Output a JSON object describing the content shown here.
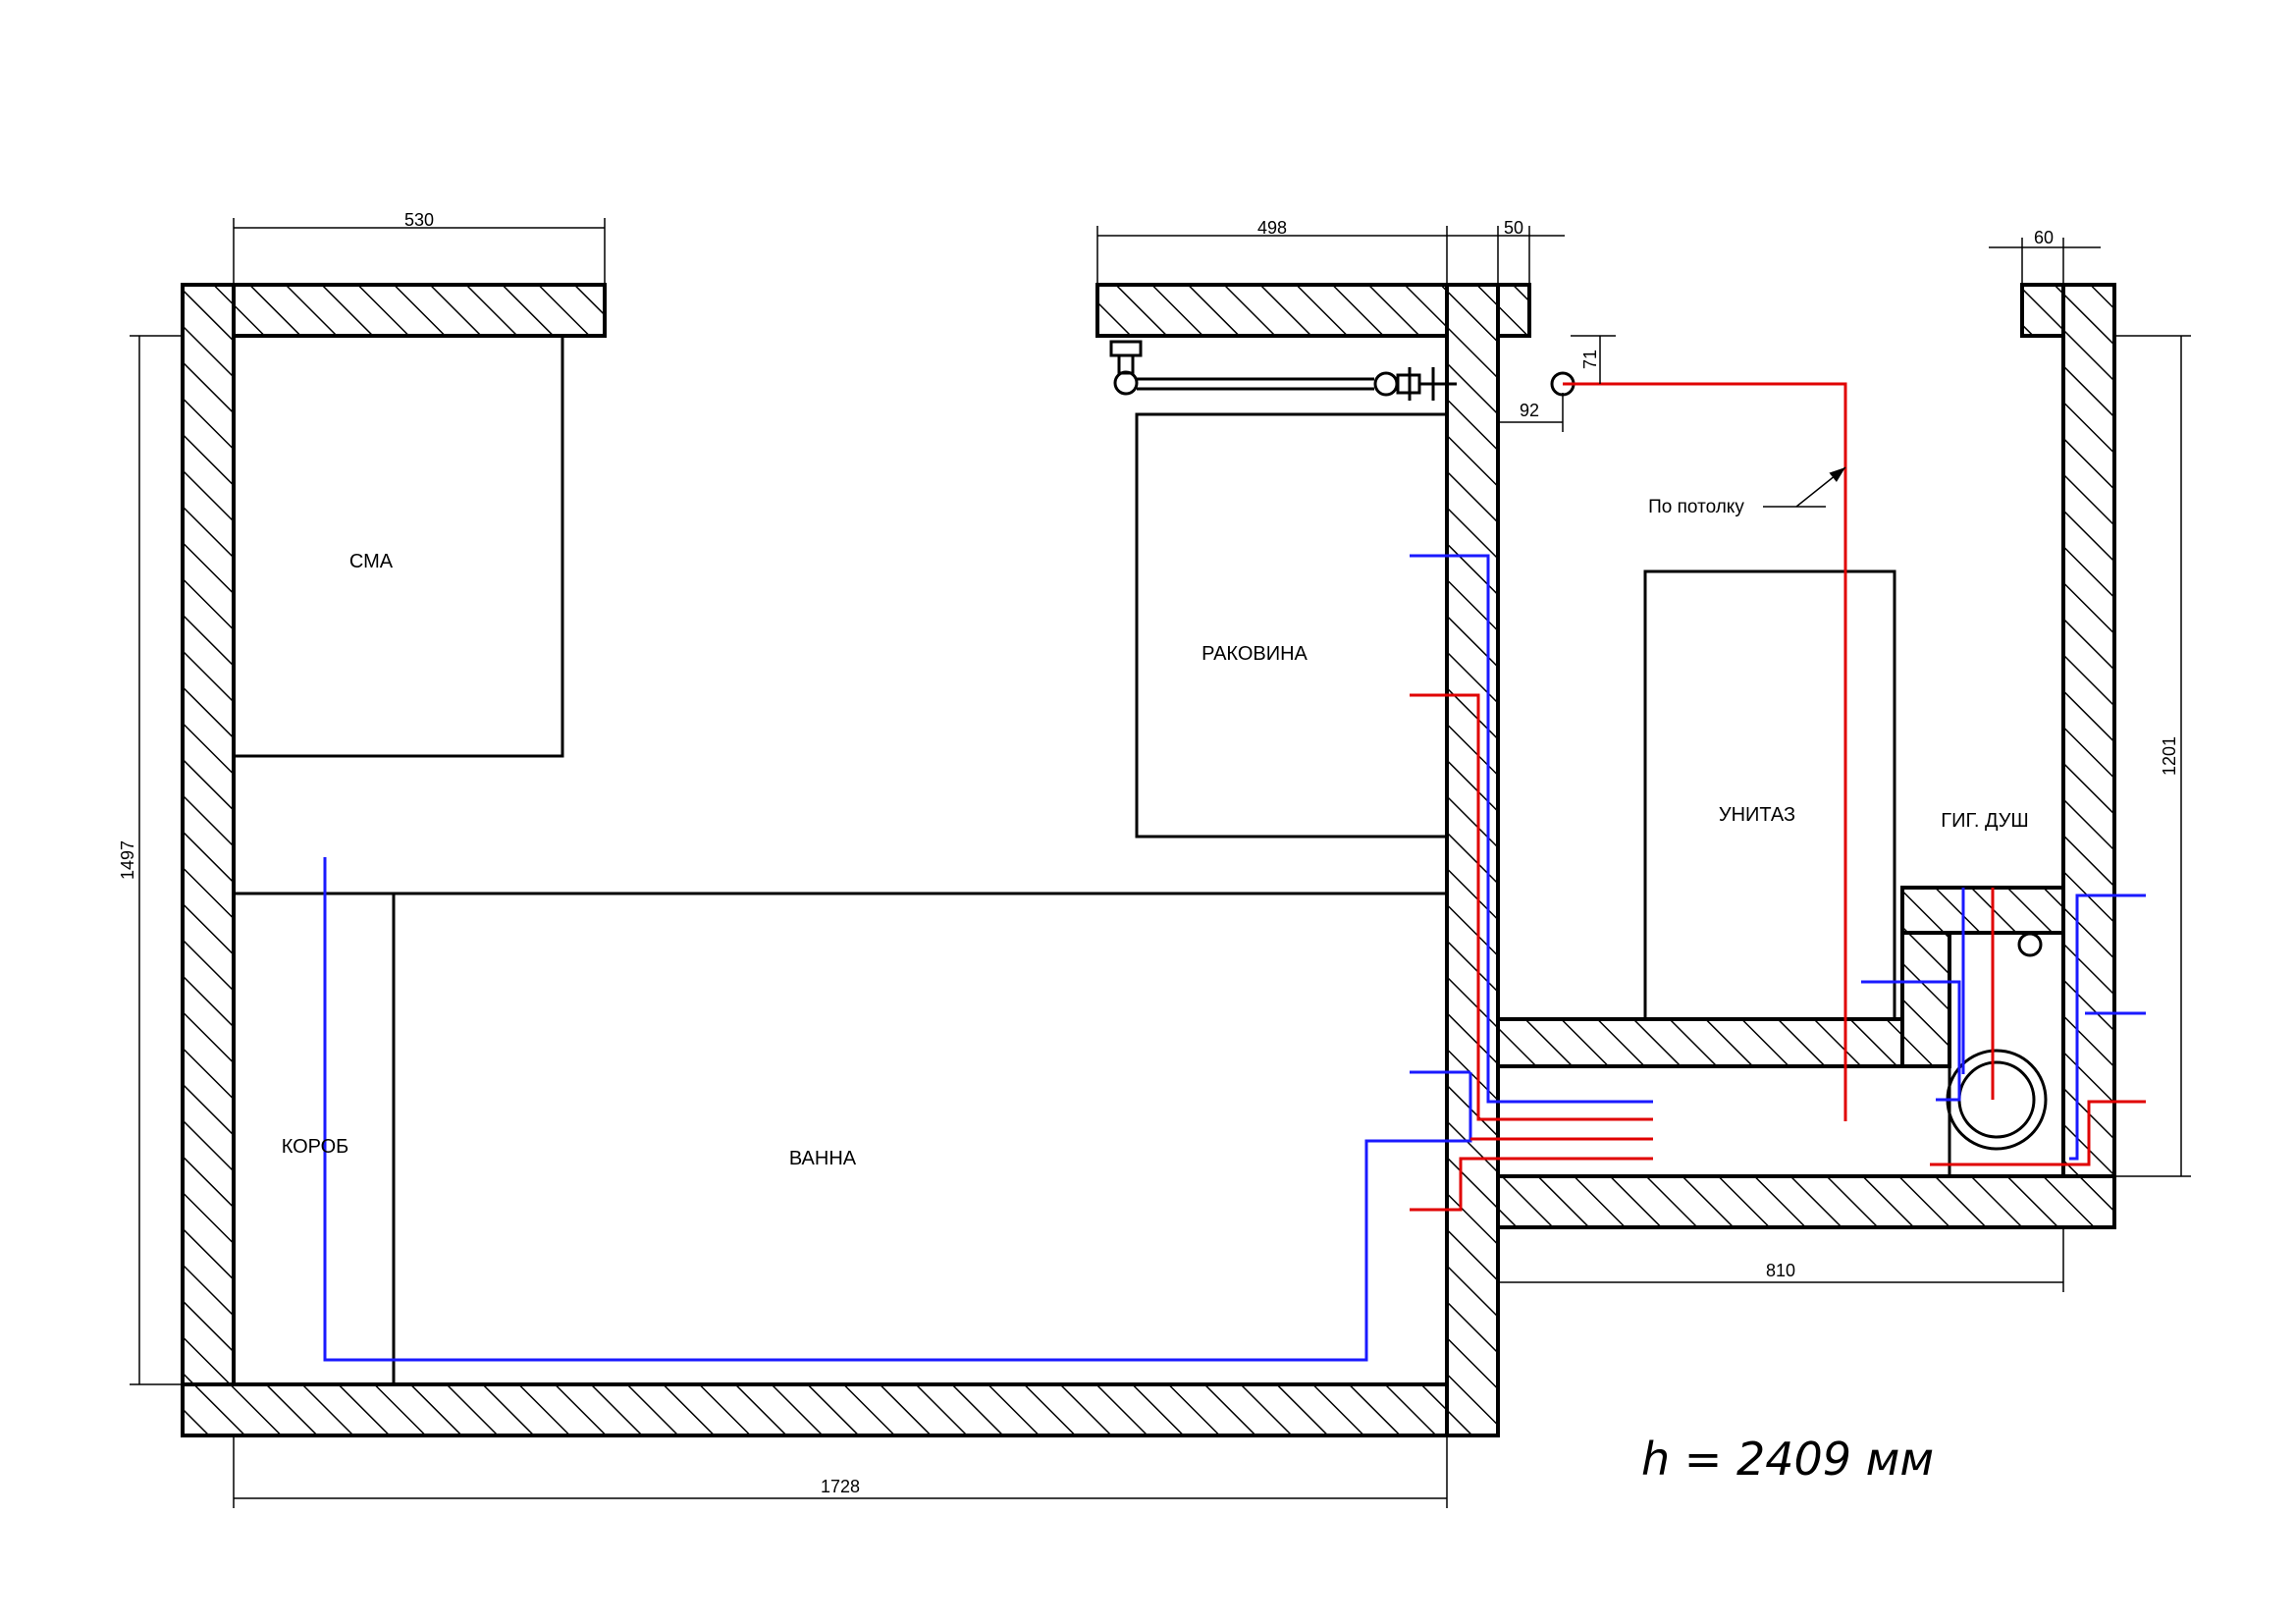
{
  "labels": {
    "washer": "СМА",
    "sink": "РАКОВИНА",
    "toilet": "УНИТАЗ",
    "hygienic_shower": "ГИГ. ДУШ",
    "box": "КОРОБ",
    "bathtub": "ВАННА",
    "ceiling_note": "По потолку"
  },
  "dimensions": {
    "washer_width": "530",
    "sink_width": "498",
    "wall_gap": "50",
    "right_wall": "60",
    "pipe_height": "71",
    "pipe_offset": "92",
    "room_depth": "1497",
    "wc_depth": "1201",
    "wc_width": "810",
    "room_length": "1728"
  },
  "ceiling_height": "h = 2409 мм",
  "colors": {
    "wall": "#000000",
    "cold_water": "#1a1aff",
    "hot_water": "#e00000",
    "background": "#ffffff"
  }
}
